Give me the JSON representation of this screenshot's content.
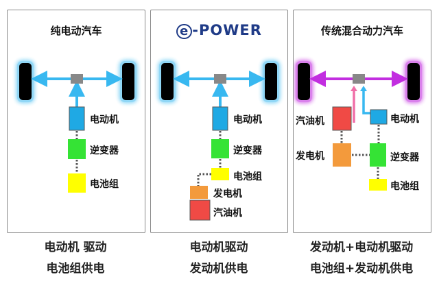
{
  "panels": [
    {
      "title": "纯电动汽车",
      "labels": {
        "motor": "电动机",
        "inverter": "逆变器",
        "battery": "电池组"
      },
      "caption": [
        "电动机 驱动",
        "电池组供电"
      ],
      "colors": {
        "wheel_glow": "#38b8f0",
        "shaft": "#38b8f0",
        "motor": "#1fa9e4",
        "inverter": "#35e335",
        "battery": "#ffff00"
      }
    },
    {
      "logo_e": "e",
      "logo_rest": "-POWER",
      "labels": {
        "motor": "电动机",
        "inverter": "逆变器",
        "battery": "电池组",
        "generator": "发电机",
        "engine": "汽油机"
      },
      "caption": [
        "电动机驱动",
        "发动机供电"
      ],
      "colors": {
        "wheel_glow": "#38b8f0",
        "shaft": "#38b8f0",
        "motor": "#1fa9e4",
        "inverter": "#35e335",
        "battery": "#ffff00",
        "generator": "#f39a3c",
        "engine": "#f04a45"
      }
    },
    {
      "title": "传统混合动力汽车",
      "labels": {
        "engine": "汽油机",
        "motor": "电动机",
        "generator": "发电机",
        "inverter": "逆变器",
        "battery": "电池组"
      },
      "caption": [
        "发动机+电动机驱动",
        "电池组+发动机供电"
      ],
      "colors": {
        "wheel_glow": "#c22ee0",
        "shaft": "#c22ee0",
        "motor": "#1fa9e4",
        "inverter": "#35e335",
        "battery": "#ffff00",
        "generator": "#f39a3c",
        "engine": "#f04a45"
      }
    }
  ]
}
